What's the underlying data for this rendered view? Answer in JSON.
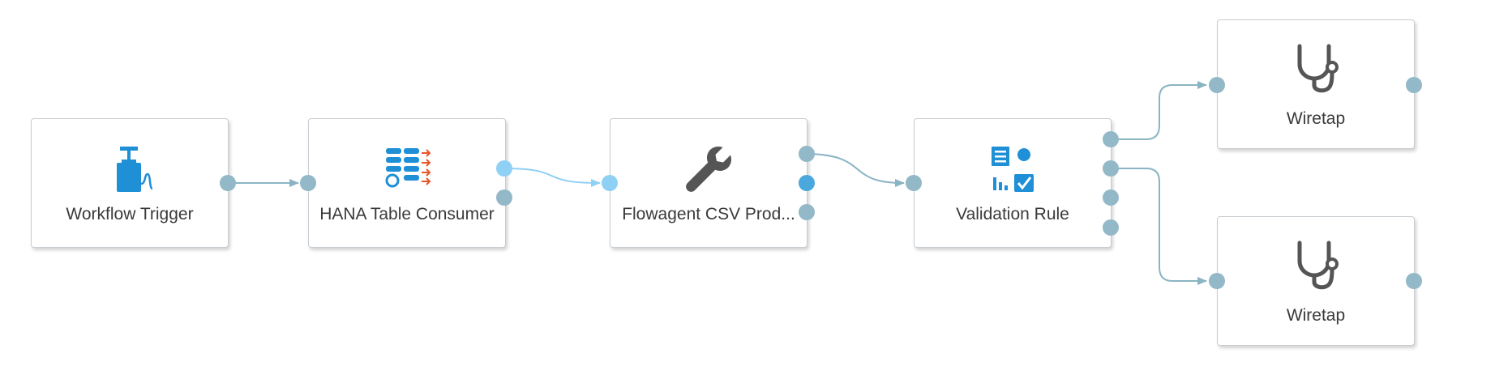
{
  "nodes": [
    {
      "id": "n1",
      "label": "Workflow Trigger",
      "icon": "workflow-trigger-icon"
    },
    {
      "id": "n2",
      "label": "HANA Table Consumer",
      "icon": "hana-table-consumer-icon"
    },
    {
      "id": "n3",
      "label": "Flowagent CSV Prod...",
      "icon": "wrench-icon"
    },
    {
      "id": "n4",
      "label": "Validation Rule",
      "icon": "validation-rule-icon"
    },
    {
      "id": "n5",
      "label": "Wiretap",
      "icon": "stethoscope-icon"
    },
    {
      "id": "n6",
      "label": "Wiretap",
      "icon": "stethoscope-icon"
    }
  ],
  "colors": {
    "port": "#93b8c8",
    "port_active": "#8fd0f5",
    "port_selected": "#4aa8dc",
    "edge": "#8ab4c4",
    "edge_active": "#8fd0f5",
    "icon_blue": "#1f8fd6",
    "icon_gray": "#555555",
    "arrow_orange": "#e8542a"
  }
}
